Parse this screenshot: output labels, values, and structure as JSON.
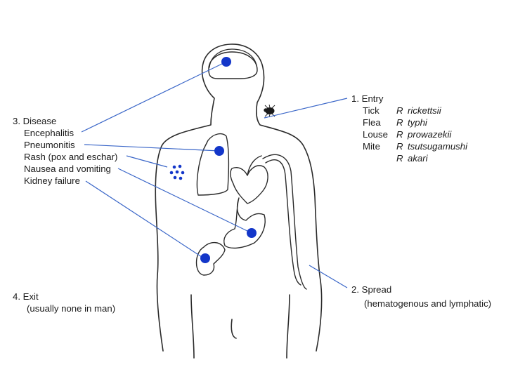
{
  "colors": {
    "line": "#3a66c8",
    "dot": "#1336c9",
    "outline": "#2a2a2a"
  },
  "disease": {
    "heading": "3. Disease",
    "items": [
      "Encephalitis",
      "Pneumonitis",
      "Rash (pox and eschar)",
      "Nausea and vomiting",
      "Kidney failure"
    ]
  },
  "entry": {
    "heading": "1. Entry",
    "vectors": [
      {
        "vector": "Tick",
        "genus": "R",
        "species": "rickettsii"
      },
      {
        "vector": "Flea",
        "genus": "R",
        "species": "typhi"
      },
      {
        "vector": "Louse",
        "genus": "R",
        "species": "prowazekii"
      },
      {
        "vector": "Mite",
        "genus": "R",
        "species": "tsutsugamushi"
      },
      {
        "vector": "",
        "genus": "R",
        "species": "akari"
      }
    ]
  },
  "spread": {
    "heading": "2. Spread",
    "detail": "(hematogenous and lymphatic)"
  },
  "exit": {
    "heading": "4. Exit",
    "detail": "(usually none in man)"
  },
  "icons": [
    "tick-icon",
    "brain-organ",
    "lung-organ",
    "heart-organ",
    "stomach-organ",
    "kidney-organ",
    "blood-vessel"
  ]
}
